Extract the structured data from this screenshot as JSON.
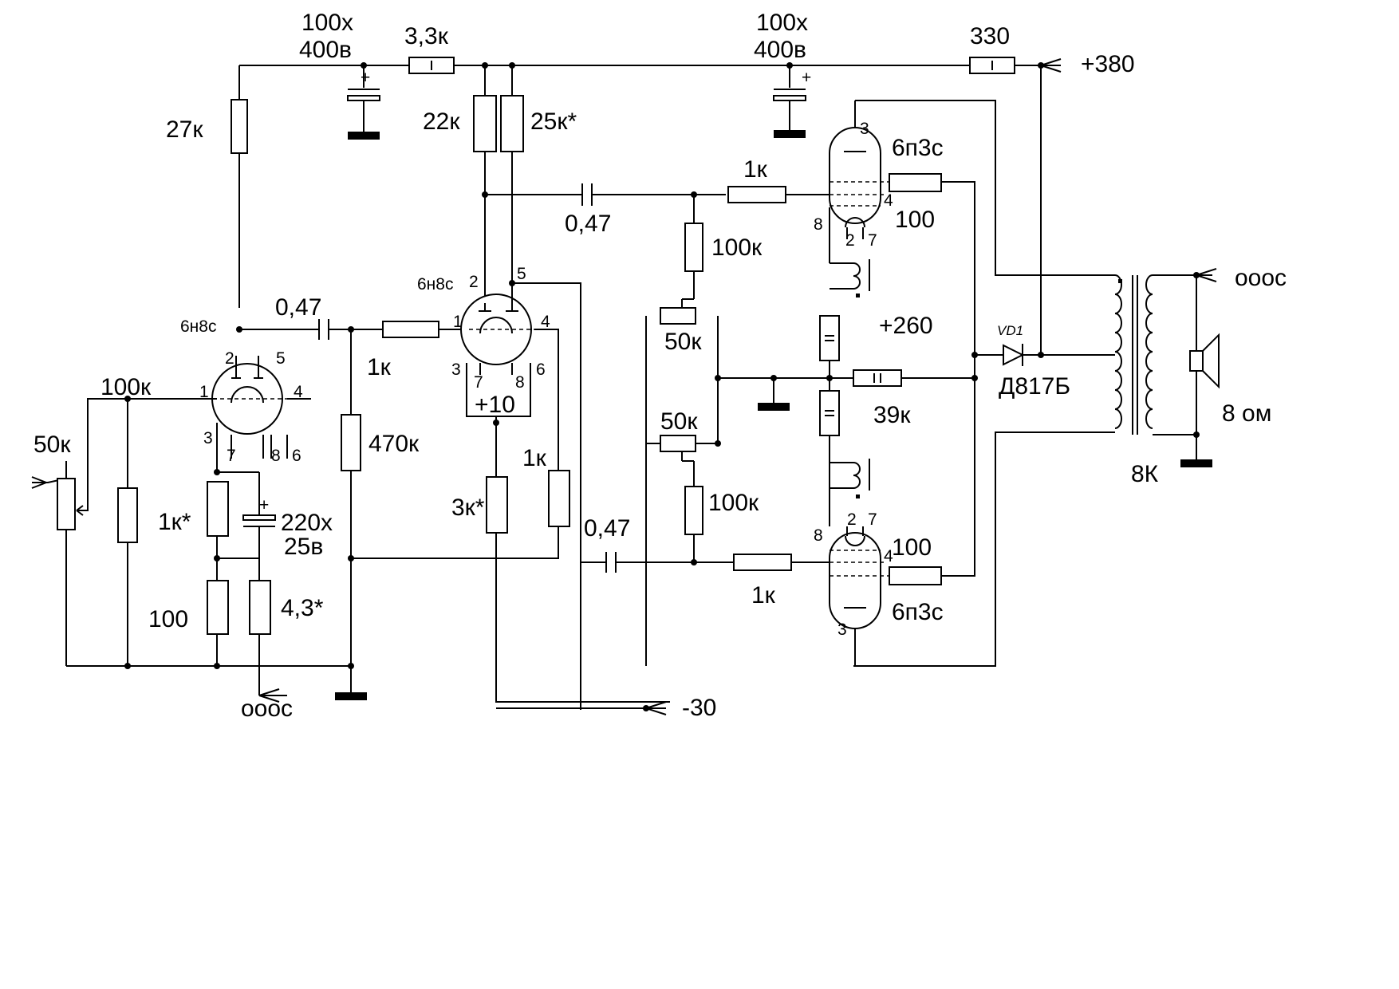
{
  "labels": {
    "c1_top_line1": "100х",
    "c1_top_line2": "400в",
    "r_3k3": "3,3к",
    "c2_top_line1": "100х",
    "c2_top_line2": "400в",
    "r_330": "330",
    "supply_380": "+380",
    "r_27k": "27к",
    "r_22k": "22к",
    "r_25k": "25к*",
    "tube_v3_type": "6п3с",
    "r_1k_grid_top": "1к",
    "r_100_screen_top": "100",
    "cap_047_mid": "0,47",
    "r_100k_bias_top": "100к",
    "tube_v2_type": "6н8с",
    "cap_047_left": "0,47",
    "tube_v1_type": "6н8с",
    "oos_right": "ооос",
    "pot_50k_top": "50к",
    "supply_260": "+260",
    "vd1_name": "VD1",
    "vd1_type": "Д817Б",
    "r_100k_input": "100к",
    "r_1k_v2grid": "1к",
    "r_39k": "39к",
    "speaker_ohm": "8 ом",
    "pot_50k_input": "50к",
    "heater_10": "+10",
    "r_470k": "470к",
    "pot_50k_bottom": "50к",
    "r_1k_v2cath": "1к",
    "r_1k_cath_v1": "1к*",
    "cap_220": "220х",
    "cap_220_volt": "25в",
    "transformer_8k": "8К",
    "r_3k_cath": "3к*",
    "cap_047_bottom": "0,47",
    "r_100k_bias_bottom": "100к",
    "r_100_screen_bottom": "100",
    "r_100_cath_v1": "100",
    "r_4_3": "4,3*",
    "r_1k_grid_bottom": "1к",
    "tube_v4_type": "6п3с",
    "supply_minus30": "-30",
    "oos_left": "ооос"
  },
  "pins": {
    "v1": [
      "2",
      "5",
      "1",
      "4",
      "3",
      "7",
      "8",
      "6"
    ],
    "v2": [
      "2",
      "5",
      "1",
      "4",
      "3",
      "7",
      "8",
      "6"
    ],
    "v3": [
      "3",
      "4",
      "8",
      "2",
      "7"
    ],
    "v4": [
      "2",
      "7",
      "8",
      "4",
      "3"
    ]
  },
  "polarity": "+"
}
